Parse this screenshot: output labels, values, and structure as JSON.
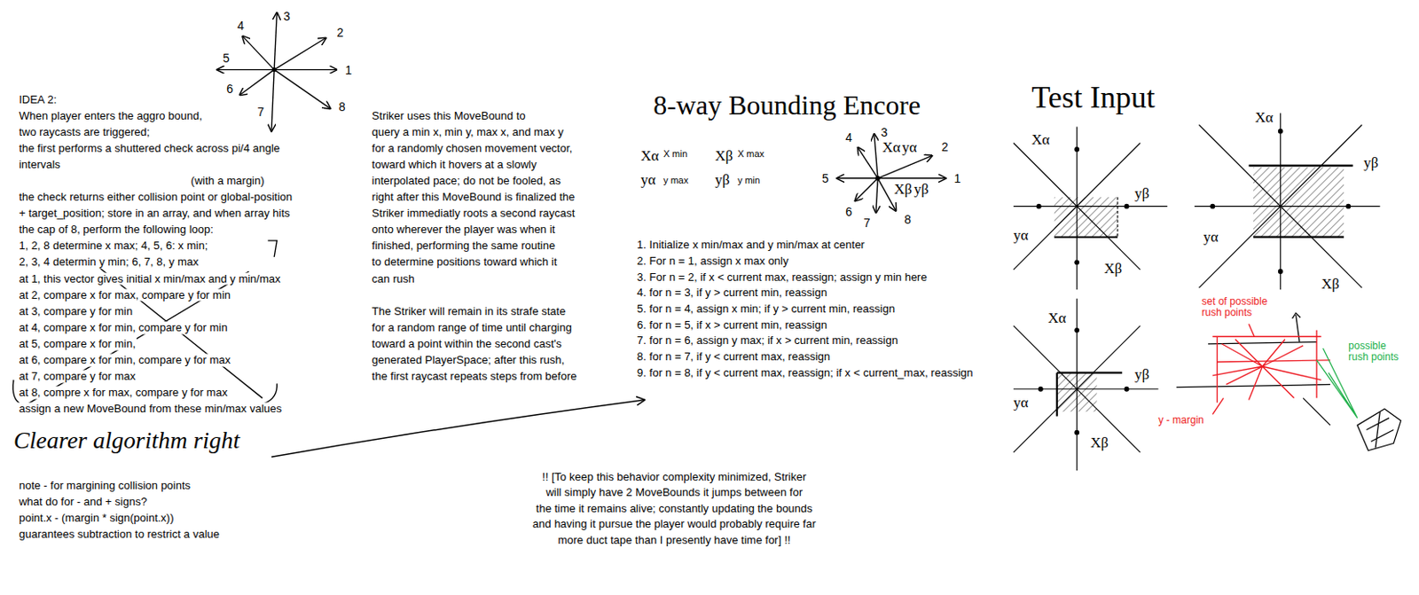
{
  "diagram": {
    "labels": [
      "3",
      "2",
      "4",
      "5",
      "1",
      "6",
      "7",
      "8",
      "IDEA 2:",
      "When player enters the aggro bound,",
      "two raycasts are triggered;",
      "the first performs a shuttered check across pi/4 angle",
      "intervals",
      "(with a margin)",
      "the check returns either collision point or global-position",
      "+ target_position; store in an array, and when array hits",
      "the cap of 8, perform the following loop:",
      "1, 2, 8 determine x max; 4, 5, 6: x min;",
      "2, 3, 4 determin y min; 6, 7, 8, y max",
      "at 1, this vector gives initial x min/max and y min/max",
      "at 2, compare x for max, compare y for min",
      "at 3, compare y for min",
      "at 4, compare x for min, compare y for min",
      "at 5, compare x for min,",
      "at 6, compare x for min, compare y for max",
      "at 7, compare y for max",
      "at 8, compre x for max, compare y for max",
      "assign a new MoveBound from these min/max values",
      "Clearer algorithm right",
      "note - for margining collision points",
      "what do for - and + signs?",
      "point.x - (margin * sign(point.x))",
      "guarantees subtraction to restrict a value",
      "Striker uses this MoveBound to",
      "query a min x, min y, max x, and max y",
      "for a randomly chosen movement vector,",
      "toward which it hovers at a slowly",
      "interpolated pace; do not be fooled, as",
      "right after this MoveBound is finalized the",
      "Striker immediatly roots a second raycast",
      "onto wherever the player was when it",
      "finished, performing the same routine",
      "to determine positions toward which it",
      "can rush",
      "The Striker will remain in its strafe state",
      "for a random range of time until charging",
      "toward a point within the second cast's",
      "generated PlayerSpace; after this rush,",
      "the first raycast repeats steps from before",
      "8-way Bounding Encore",
      "Xα",
      "X min",
      "Xβ",
      "X max",
      "yα",
      "y max",
      "yβ",
      "y min",
      "4",
      "3",
      "2",
      "5",
      "1",
      "6",
      "7",
      "8",
      "Xα",
      "yα",
      "Xβ",
      "yβ",
      "1. Initialize x min/max and y min/max at center",
      "2. For n = 1, assign x max only",
      "3. For n = 2, if x < current max, reassign; assign y min here",
      "4. for n = 3, if y > current min, reassign",
      "5. for n = 4, assign x min; if y > current min, reassign",
      "6. for n = 5, if x > current min, reassign",
      "7. for n = 6, assign y max; if x > current min, reassign",
      "8. for n = 7, if y < current max, reassign",
      "9. for n = 8, if y < current max, reassign; if x < current_max, reassign",
      "!! [To keep this behavior complexity minimized, Striker",
      "will simply have 2 MoveBounds it jumps between for",
      "the time it remains alive; constantly updating the bounds",
      "and having it pursue the player would probably require far",
      "more duct tape than I presently have time for] !!",
      "Test Input",
      "Xα",
      "yβ",
      "yα",
      "Xβ",
      "Xα",
      "yβ",
      "yα",
      "Xβ",
      "Xα",
      "yβ",
      "yα",
      "Xβ",
      "set of possible rush points",
      "possible rush points",
      "y - margin"
    ]
  }
}
